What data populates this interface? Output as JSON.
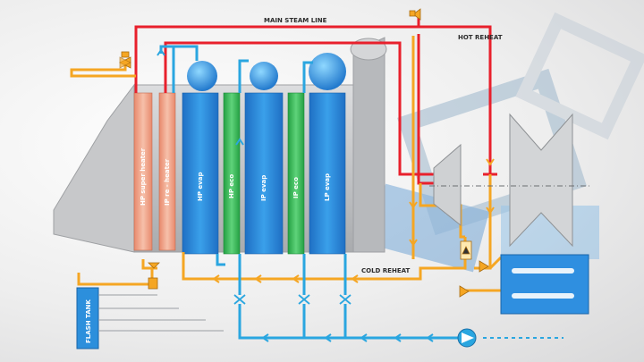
{
  "labels": {
    "main_steam_line": "MAIN STEAM LINE",
    "hot_reheat": "HOT REHEAT",
    "cold_reheat": "COLD REHEAT",
    "flash_tank": "FLASH TANK"
  },
  "modules": [
    {
      "label": "HP super heater",
      "kind": "superheater"
    },
    {
      "label": "IP re - heater",
      "kind": "reheater"
    },
    {
      "label": "HP evap",
      "kind": "evap"
    },
    {
      "label": "HP eco",
      "kind": "eco"
    },
    {
      "label": "IP evap",
      "kind": "evap"
    },
    {
      "label": "IP eco",
      "kind": "eco"
    },
    {
      "label": "LP evap",
      "kind": "evap"
    }
  ],
  "colors": {
    "steam_line": "#e8202c",
    "feedwater_line": "#f5a623",
    "water_line": "#2aa6e0",
    "evap_blue": "#2c8fdc",
    "eco_green": "#3dbb5a",
    "superheater_salmon": "#f0a58a",
    "casing_gray": "#c9cbcd"
  }
}
